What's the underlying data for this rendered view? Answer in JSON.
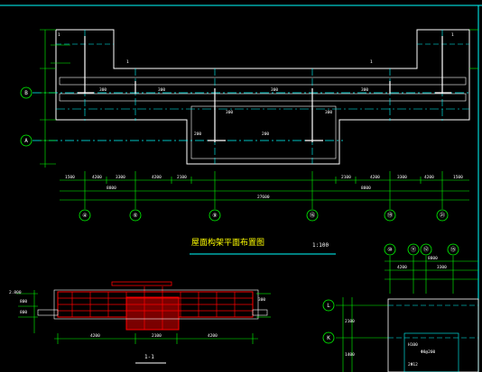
{
  "drawing": {
    "plan_title": "屋面构架平面布置图",
    "plan_scale": "1:100",
    "section_title": "1-1",
    "upper_axes": [
      "④",
      "⑥",
      "⑨",
      "⑯",
      "⑲",
      "㉑"
    ],
    "left_axes": [
      "B",
      "A"
    ],
    "right_axes": [
      "⑩",
      "⑪",
      "⑫",
      "⑮"
    ],
    "right_left_axes": [
      "L",
      "K"
    ],
    "dim_row1": [
      "1500",
      "4200",
      "3300",
      "4200",
      "2100",
      "2100",
      "4200",
      "3300",
      "4200",
      "1500"
    ],
    "dim_row2": [
      "8800",
      "8800"
    ],
    "dim_total": "27600",
    "colors": {
      "background": "#000000",
      "wall": "#ffffff",
      "axis_line": "#00ffff",
      "dimension": "#00ff00",
      "rebar": "#ff0000",
      "title": "#ffff00",
      "frame": "#00ffff"
    }
  }
}
